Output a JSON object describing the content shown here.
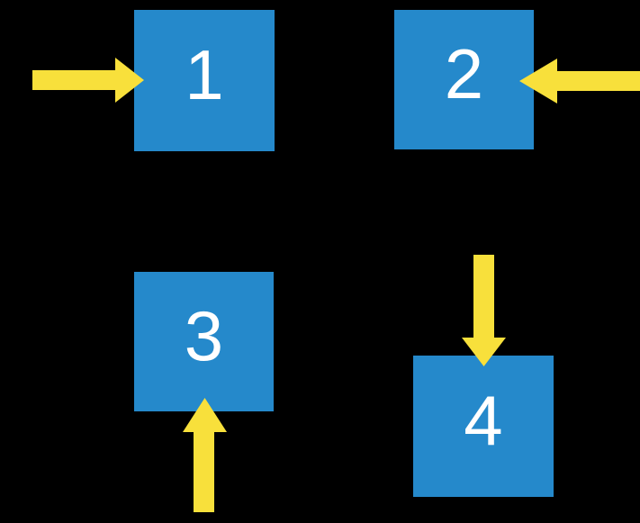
{
  "diagram": {
    "description": "Four numbered blue squares on a black background, each with a yellow block arrow pointing into it",
    "squares": [
      {
        "label": "1",
        "position": "top-left",
        "arrow": {
          "points": "right",
          "enters_from": "left"
        }
      },
      {
        "label": "2",
        "position": "top-right",
        "arrow": {
          "points": "left",
          "enters_from": "right"
        }
      },
      {
        "label": "3",
        "position": "bottom-left",
        "arrow": {
          "points": "up",
          "enters_from": "bottom"
        }
      },
      {
        "label": "4",
        "position": "bottom-right",
        "arrow": {
          "points": "down",
          "enters_from": "top"
        }
      }
    ]
  },
  "colors": {
    "background": "#000000",
    "square_blue": "#2589CB",
    "arrow_yellow": "#F8E03B",
    "label_white": "#FFFFFF"
  }
}
